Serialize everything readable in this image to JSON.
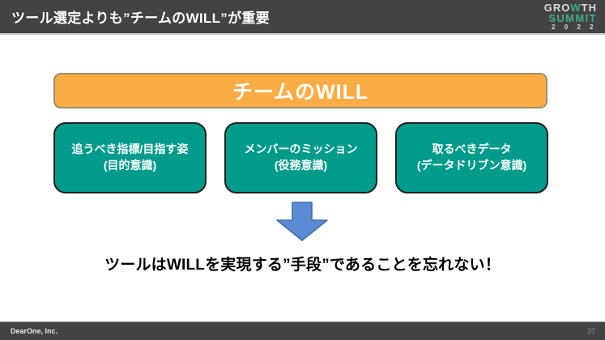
{
  "slide": {
    "header": {
      "title": "ツール選定よりも”チームのWILL”が重要",
      "logo": {
        "line1_pre": "GRO",
        "line1_w": "W",
        "line1_post": "TH",
        "line2": "SUMMIT",
        "line3": "2 0 2 2"
      }
    },
    "diagram": {
      "main_box_label": "チームのWILL",
      "sub_boxes": [
        {
          "line1": "追うべき指標/目指す姿",
          "line2": "(目的意識)"
        },
        {
          "line1": "メンバーのミッション",
          "line2": "(役務意識)"
        },
        {
          "line1": "取るべきデータ",
          "line2": "(データドリブン意識)"
        }
      ],
      "conclusion": "ツールはWILLを実現する”手段”であることを忘れない！"
    },
    "footer": {
      "company": "DearOne, Inc.",
      "page_number": "37"
    },
    "colors": {
      "header_bg": "#434343",
      "accent_orange": "#FCAC44",
      "accent_teal": "#009B8B",
      "arrow_blue": "#5B8BD5",
      "arrow_border": "#41719C",
      "logo_green": "#3FAE7E"
    }
  }
}
